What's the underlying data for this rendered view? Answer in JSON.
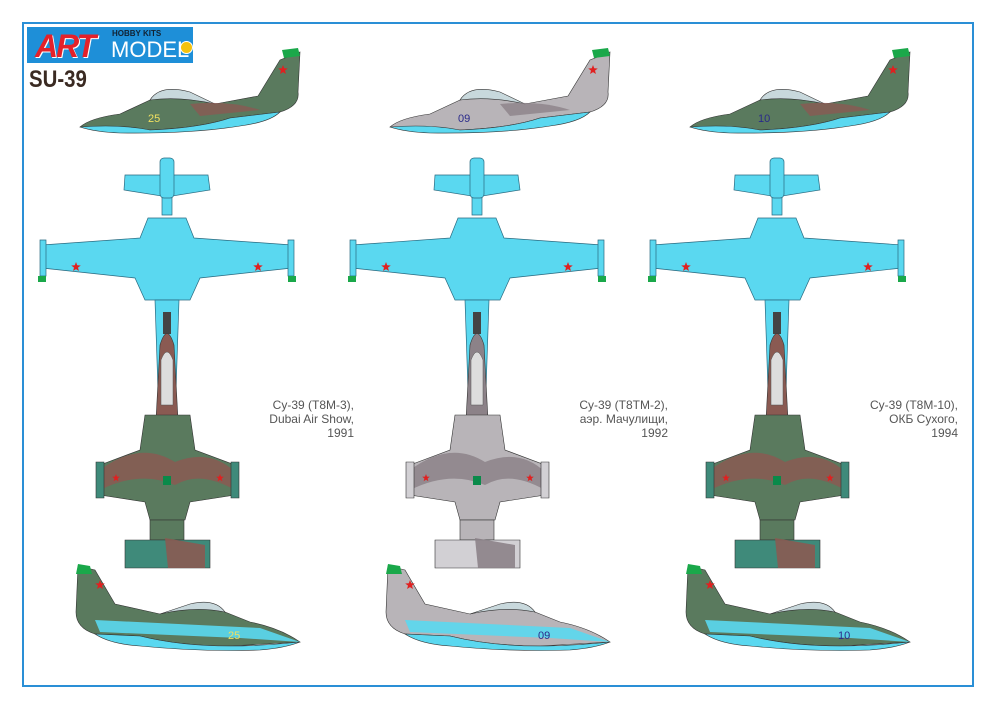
{
  "logo": {
    "brand": "ART",
    "tagline": "HOBBY KITS",
    "model": "MODEL"
  },
  "title": "SU-39",
  "schemes": [
    {
      "caption": [
        "Су-39 (Т8М-3),",
        "Dubai Air Show,",
        "1991"
      ],
      "side_number": "25",
      "number_color": "#f0e060",
      "camo": [
        "#5a7a5e",
        "#8a5a52",
        "#3f8a7a"
      ]
    },
    {
      "caption": [
        "Су-39 (Т8ТМ-2),",
        "аэр. Мачулищи,",
        "1992"
      ],
      "side_number": "09",
      "number_color": "#2a2a8a",
      "camo": [
        "#b8b4b8",
        "#8c8288",
        "#d2d0d4"
      ]
    },
    {
      "caption": [
        "Су-39 (Т8М-10),",
        "ОКБ Сухого,",
        "1994"
      ],
      "side_number": "10",
      "number_color": "#2a2a8a",
      "camo": [
        "#5a7a5e",
        "#8a5a52",
        "#3f8a7a"
      ]
    }
  ],
  "colors": {
    "underside": "#5ad8f0",
    "border": "#2a8fd6",
    "star": "#e02020",
    "tip": "#1aa84a"
  }
}
